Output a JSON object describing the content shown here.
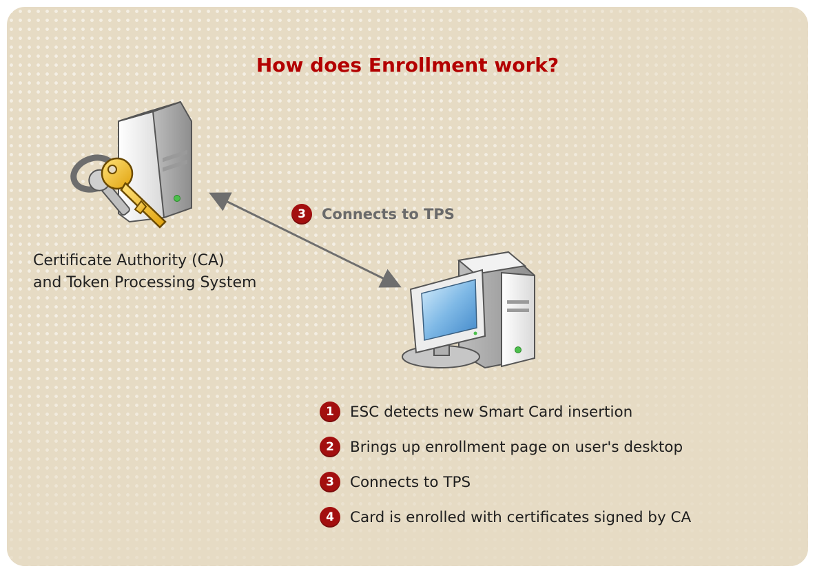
{
  "title": "How does Enrollment work?",
  "ca_label": {
    "line1": "Certificate Authority (CA)",
    "line2": "and Token Processing System"
  },
  "connector": {
    "badge": "3",
    "label": "Connects to TPS"
  },
  "steps": [
    {
      "badge": "1",
      "text": "ESC detects new Smart Card insertion"
    },
    {
      "badge": "2",
      "text": "Brings up enrollment page on user's desktop"
    },
    {
      "badge": "3",
      "text": "Connects to TPS"
    },
    {
      "badge": "4",
      "text": "Card is enrolled with certificates signed by CA"
    }
  ],
  "colors": {
    "background": "#e6dbc4",
    "title": "#b30000",
    "badge": "#a30f0f",
    "arrow": "#6e6e6e"
  },
  "icons": [
    "server-with-keys-icon",
    "desktop-computer-icon",
    "double-arrow-icon"
  ]
}
